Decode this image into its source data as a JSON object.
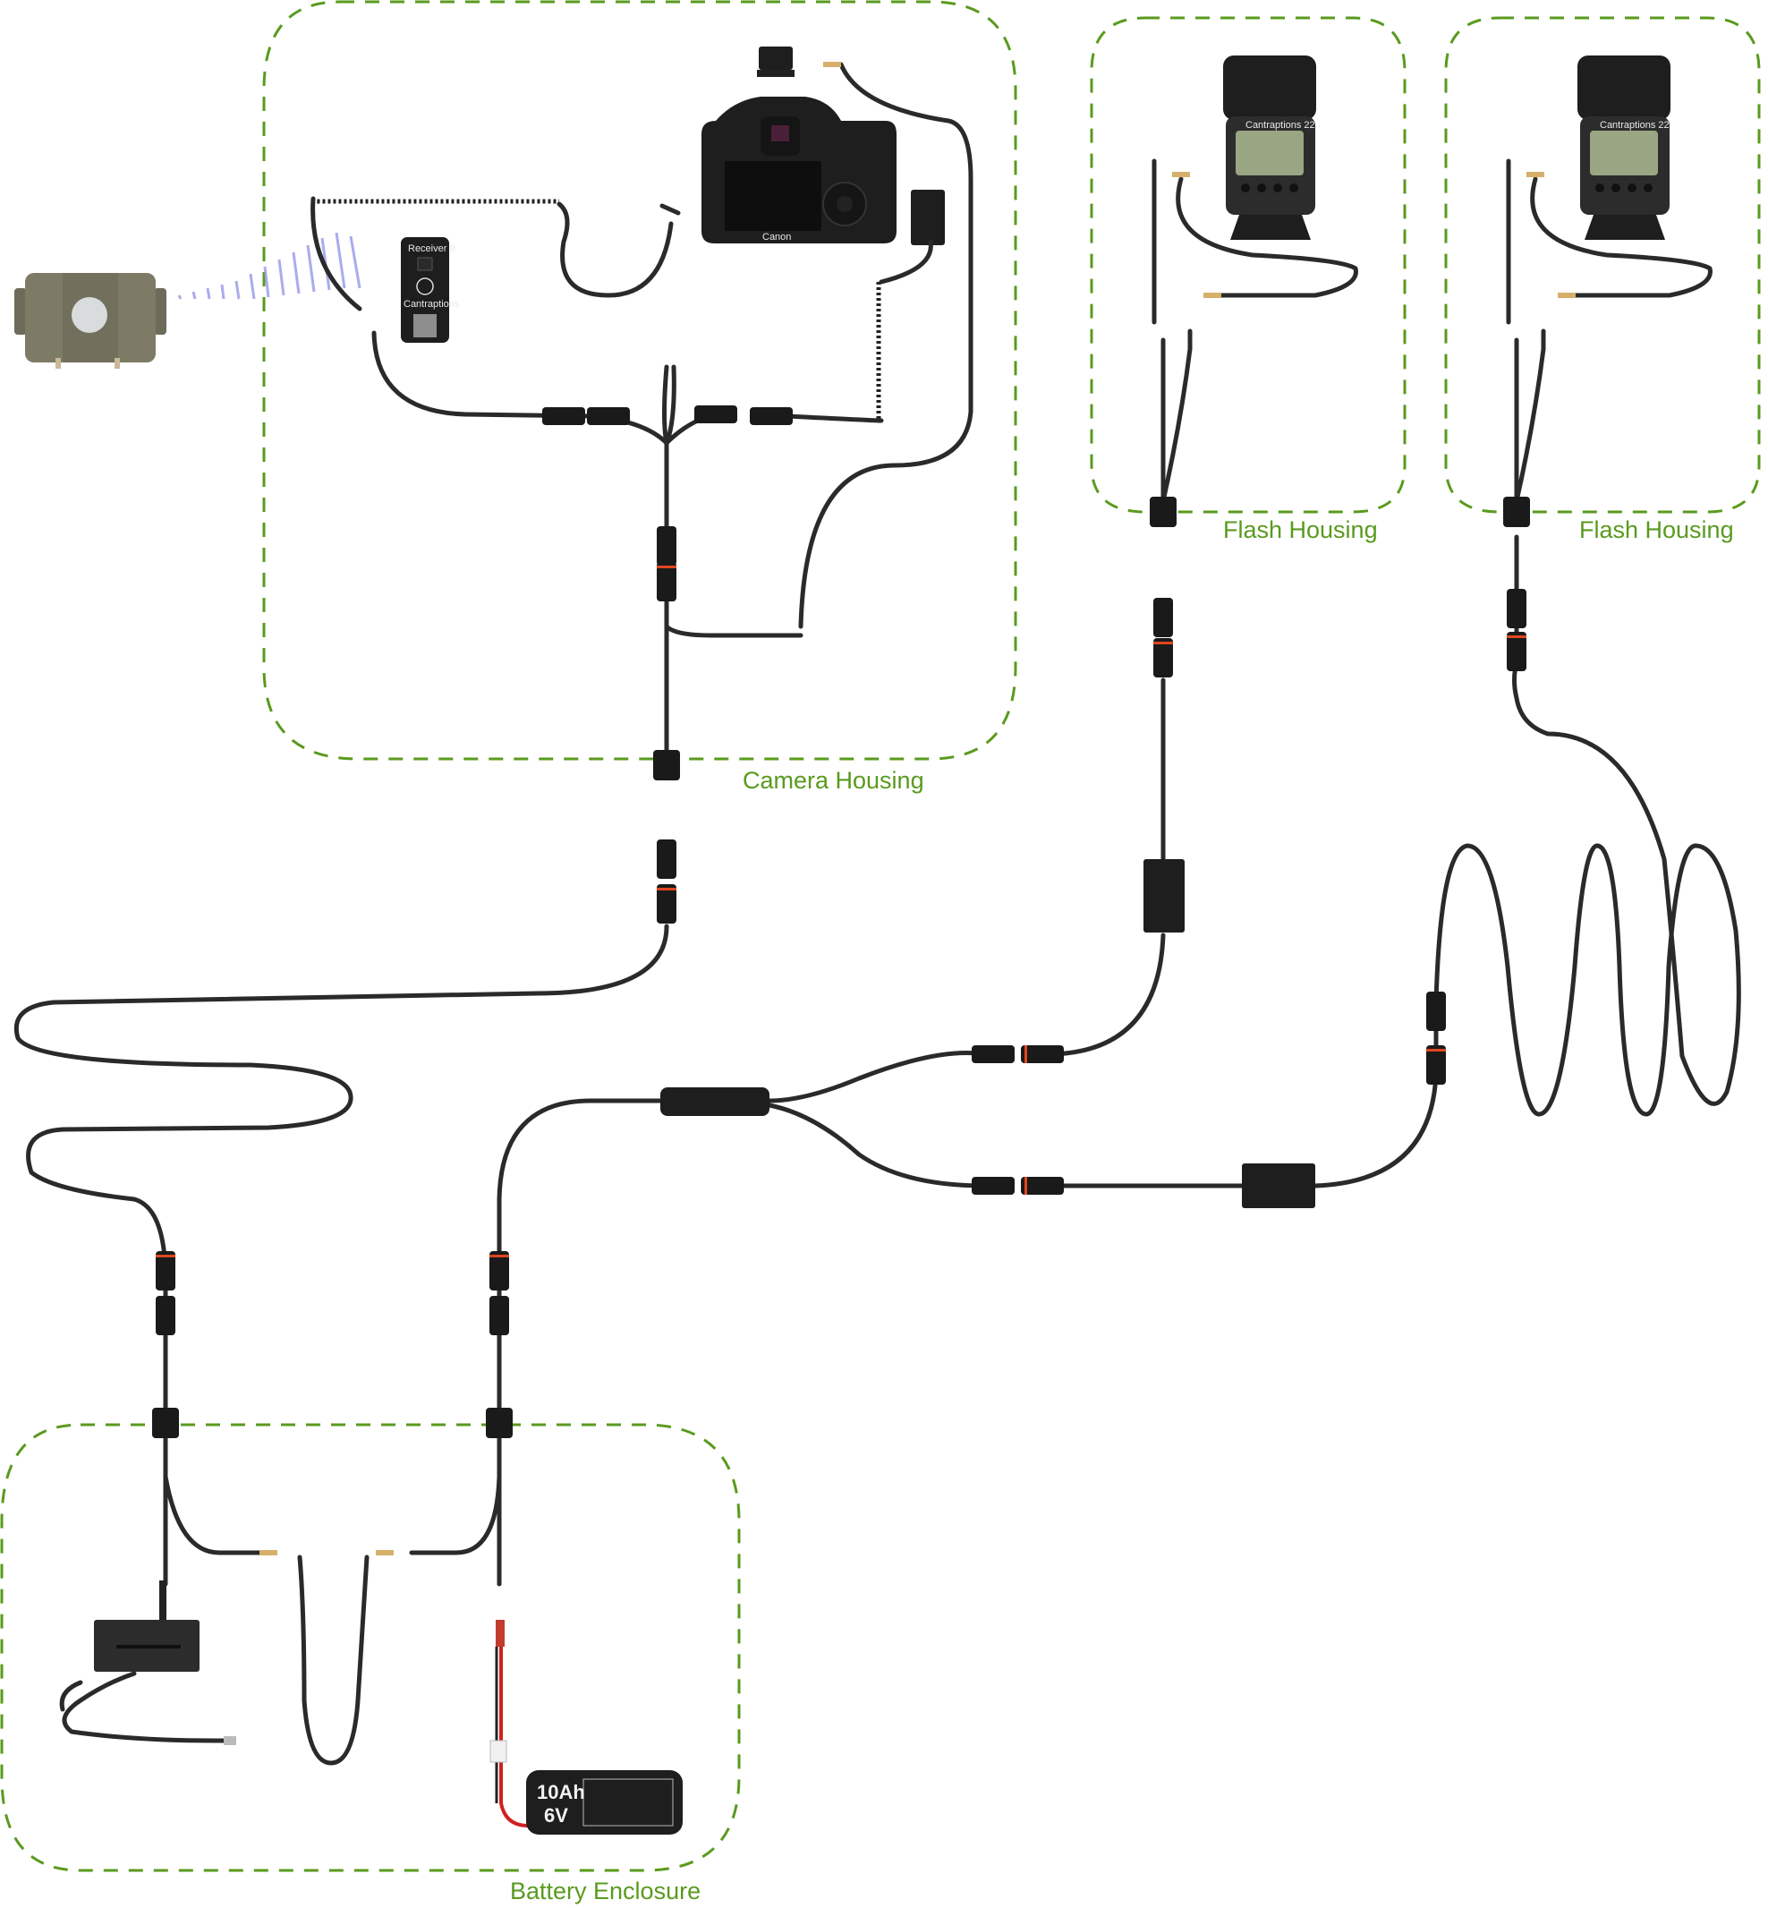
{
  "diagram": {
    "housings": [
      {
        "id": "camera",
        "label": "Camera Housing"
      },
      {
        "id": "flash1",
        "label": "Flash Housing"
      },
      {
        "id": "flash2",
        "label": "Flash Housing"
      },
      {
        "id": "battery",
        "label": "Battery Enclosure"
      }
    ],
    "devices": {
      "receiver": {
        "title": "Receiver II",
        "brand": "Cantraptions"
      },
      "camera": {
        "brand": "Canon"
      },
      "flash1": {
        "brand": "Cantraptions 22"
      },
      "flash2": {
        "brand": "Cantraptions 22"
      },
      "battery_pack": {
        "voltage": "6V",
        "capacity": "10Ah"
      }
    },
    "colors": {
      "housing_outline": "#5a9a1e",
      "label": "#5a9a1e",
      "cable": "#2a2a2a",
      "connector_ring": "#e0461e",
      "ir_beam": "#8f8fe8"
    }
  }
}
